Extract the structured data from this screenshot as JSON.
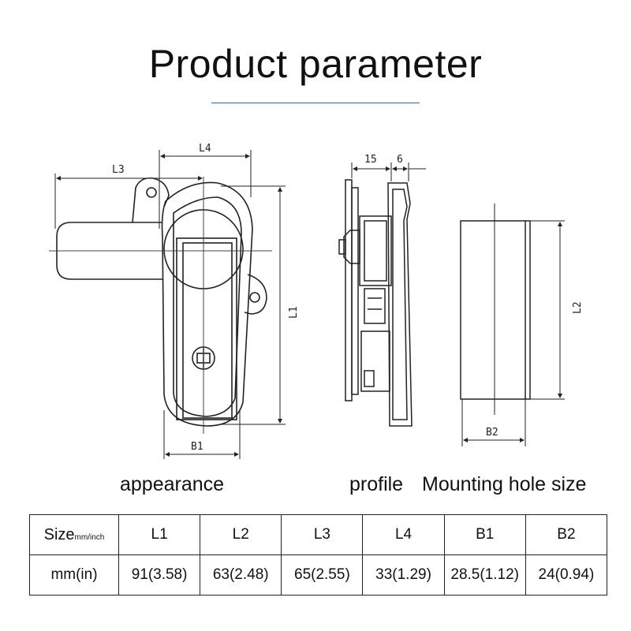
{
  "title": "Product parameter",
  "drawing_labels": {
    "appearance": {
      "L3": "L3",
      "L4": "L4",
      "L1": "L1",
      "B1": "B1"
    },
    "profile": {
      "d15": "15",
      "d6": "6"
    },
    "mounting": {
      "L2": "L2",
      "B2": "B2"
    }
  },
  "captions": {
    "appearance": "appearance",
    "profile": "profile",
    "mounting": "Mounting hole size"
  },
  "table": {
    "size_label": "Size",
    "size_unit": "mm/inch",
    "headers": [
      "L1",
      "L2",
      "L3",
      "L4",
      "B1",
      "B2"
    ],
    "row_label": "mm(in)",
    "values": [
      "91(3.58)",
      "63(2.48)",
      "65(2.55)",
      "33(1.29)",
      "28.5(1.12)",
      "24(0.94)"
    ]
  },
  "colors": {
    "title_rule": "#3a6aa0",
    "line": "#222222"
  }
}
